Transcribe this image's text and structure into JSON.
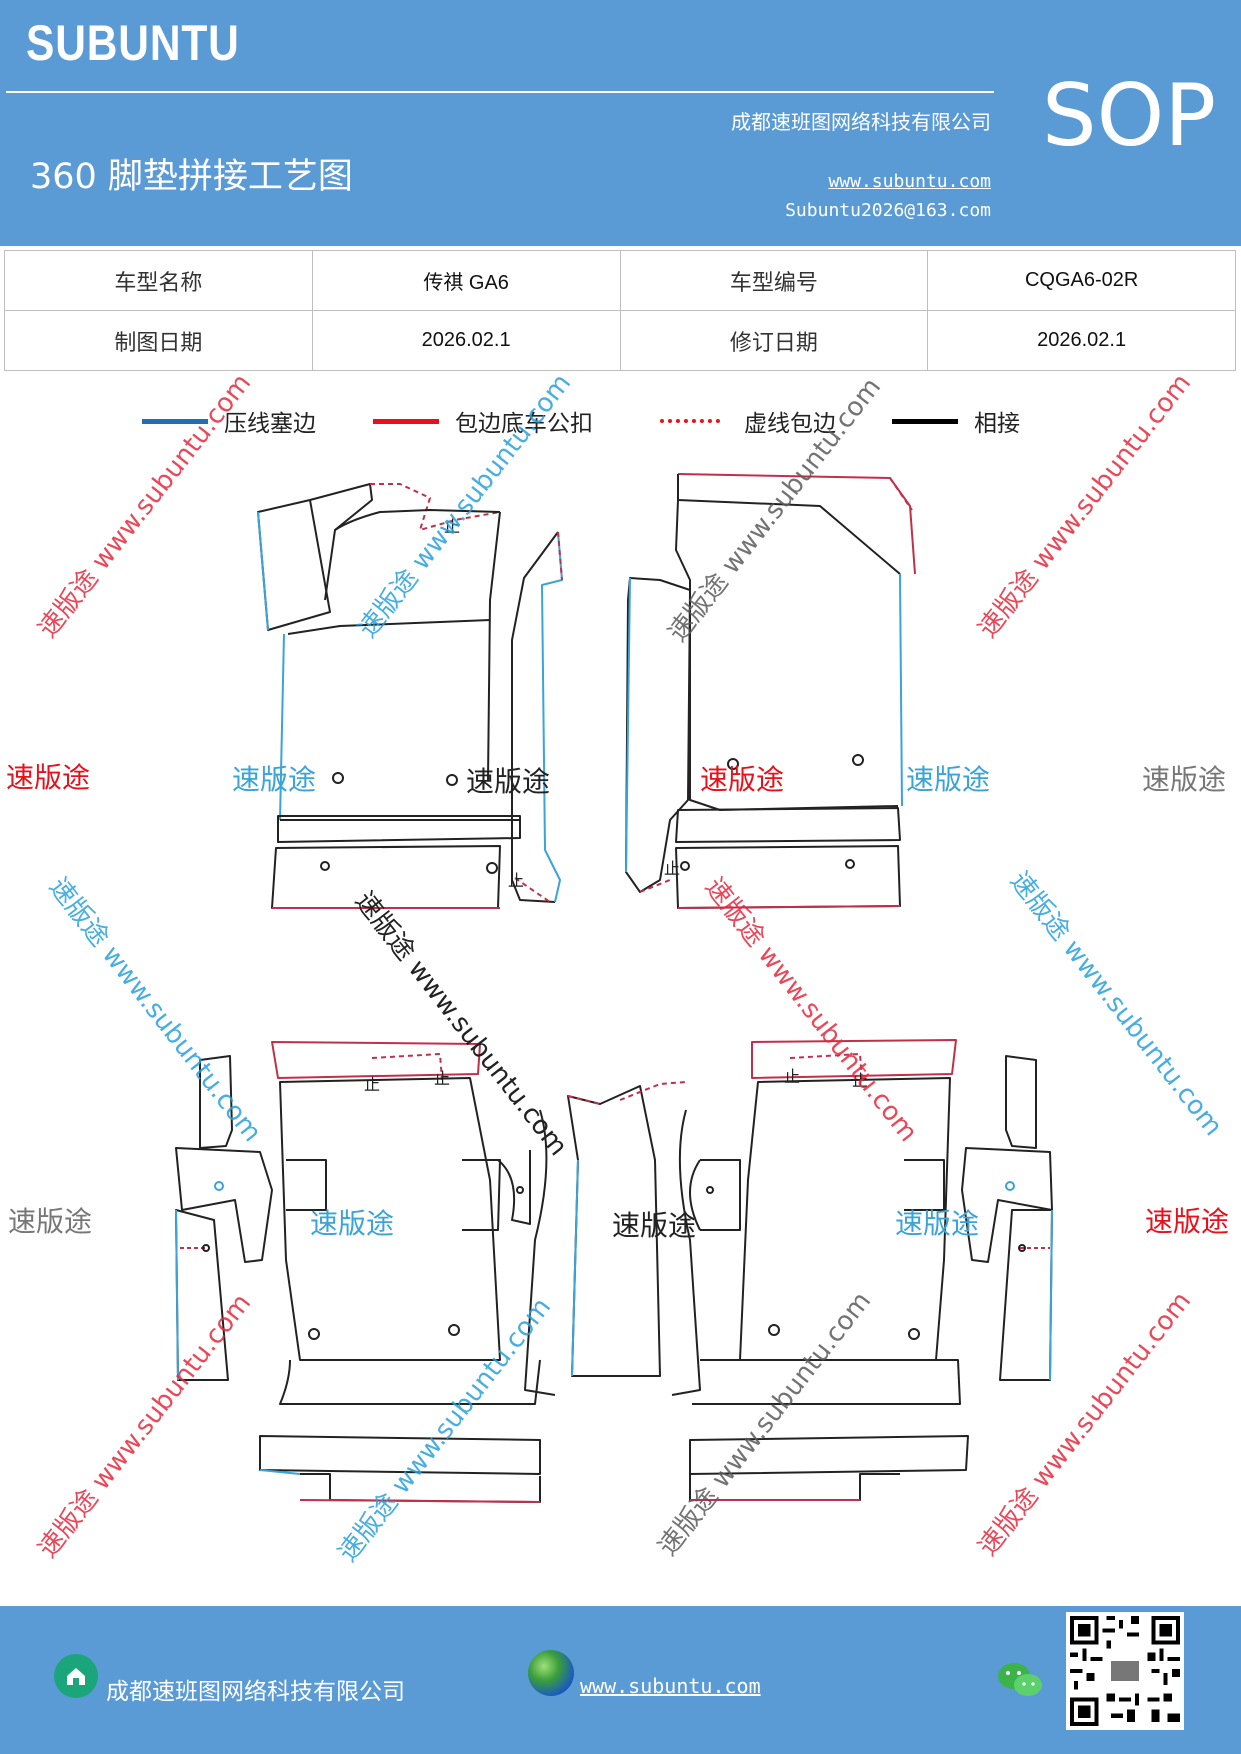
{
  "header": {
    "brand": "SUBUNTU",
    "title": "360 脚垫拼接工艺图",
    "company": "成都速班图网络科技有限公司",
    "website": "www.subuntu.com",
    "email": "Subuntu2026@163.com",
    "badge": "SOP"
  },
  "info_table": {
    "model_name_label": "车型名称",
    "model_name_value": "传祺 GA6",
    "model_code_label": "车型编号",
    "model_code_value": "CQGA6-02R",
    "draw_date_label": "制图日期",
    "draw_date_value": "2026.02.1",
    "revise_date_label": "修订日期",
    "revise_date_value": "2026.02.1"
  },
  "legend": {
    "items": [
      {
        "label": "压线塞边",
        "color": "#1f6fb5",
        "style": "solid"
      },
      {
        "label": "包边底车公扣",
        "color": "#e8101a",
        "style": "solid"
      },
      {
        "label": "虚线包边",
        "color": "#e8101a",
        "style": "dotted"
      },
      {
        "label": "相接",
        "color": "#000000",
        "style": "solid"
      }
    ]
  },
  "drawing": {
    "stop_mark": "止",
    "piece_label": "速版途",
    "watermark_long": "速版途 www.subuntu.com"
  },
  "colors": {
    "header_bg": "#5b9bd5",
    "blue_edge": "#3aa3d8",
    "red_edge": "#c0304a",
    "black_edge": "#222222"
  },
  "footer": {
    "company": "成都速班图网络科技有限公司",
    "website": "www.subuntu.com",
    "icons": [
      "home-icon",
      "globe-icon",
      "wechat-icon",
      "qr-code"
    ]
  }
}
